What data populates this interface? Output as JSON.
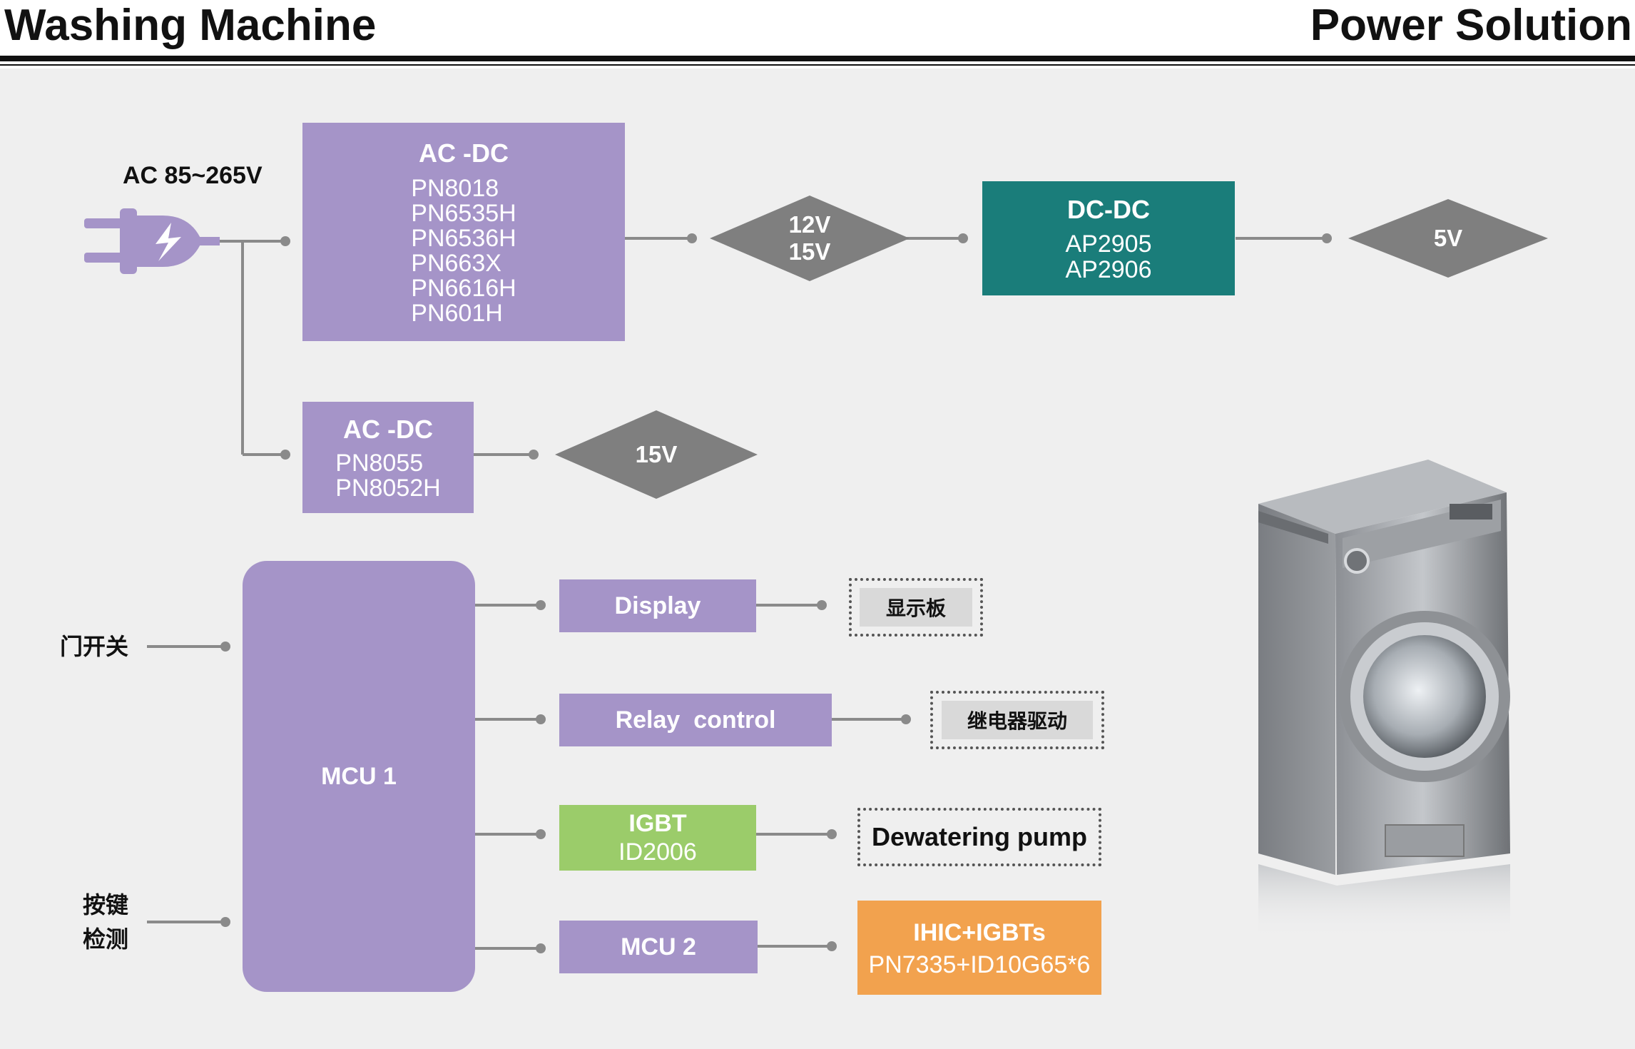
{
  "header": {
    "title_left": "Washing Machine",
    "title_right": "Power Solution"
  },
  "input": {
    "voltage": "AC 85~265V"
  },
  "acdc_main": {
    "heading": "AC -DC",
    "parts": [
      "PN8018",
      "PN6535H",
      "PN6536H",
      "PN663X",
      "PN6616H",
      "PN601H"
    ]
  },
  "out_12_15": {
    "line1": "12V",
    "line2": "15V"
  },
  "dcdc": {
    "heading": "DC-DC",
    "parts": [
      "AP2905",
      "AP2906"
    ]
  },
  "out_5v": {
    "label": "5V"
  },
  "acdc_aux": {
    "heading": "AC -DC",
    "parts": [
      "PN8055",
      "PN8052H"
    ]
  },
  "out_15v": {
    "label": "15V"
  },
  "mcu1": {
    "label": "MCU 1"
  },
  "inputs": {
    "door_switch": "门开关",
    "key_detect_1": "按键",
    "key_detect_2": "检测"
  },
  "blocks": {
    "display": "Display",
    "relay": "Relay  control",
    "igbt": {
      "heading": "IGBT",
      "part": "ID2006"
    },
    "mcu2": "MCU 2"
  },
  "targets": {
    "display_board": "显示板",
    "relay_drive": "继电器驱动",
    "dewatering_pump": "Dewatering pump",
    "ihic": {
      "heading": "IHIC+IGBTs",
      "part": "PN7335+ID10G65*6"
    }
  },
  "colors": {
    "purple": "#a594c8",
    "teal": "#1a7d7a",
    "green": "#9bcc6a",
    "orange": "#f2a24e",
    "diamond_gray": "#7f7f7f",
    "line_gray": "#8a8a8a"
  },
  "icons": {
    "plug": "power-plug-icon",
    "appliance": "washing-machine-image"
  }
}
